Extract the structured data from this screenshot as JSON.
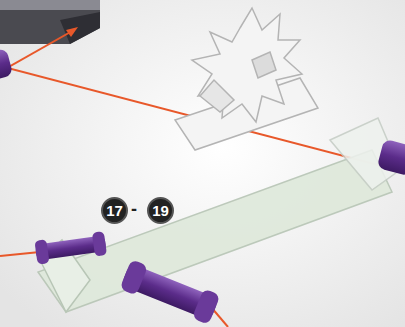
{
  "diagram": {
    "nodes": [
      {
        "text": [
          "17"
        ]
      },
      {
        "text": [
          "19"
        ]
      }
    ],
    "labels": [
      "-"
    ]
  }
}
